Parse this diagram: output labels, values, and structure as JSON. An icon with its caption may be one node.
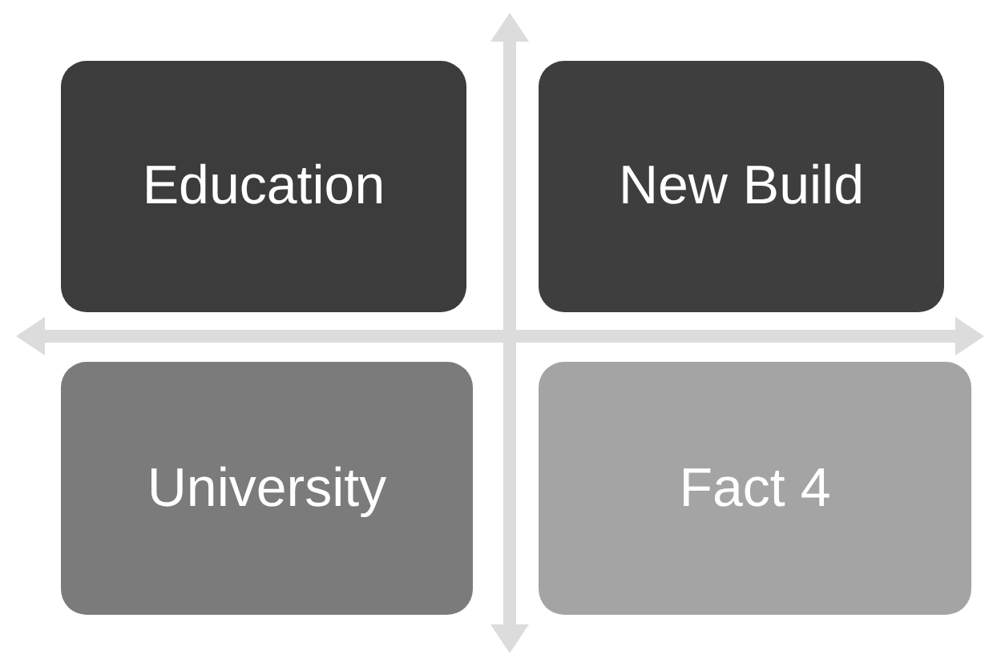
{
  "diagram": {
    "nodes": [
      {
        "text": [
          "Education"
        ]
      },
      {
        "text": [
          "New Build"
        ]
      },
      {
        "text": [
          "University"
        ]
      },
      {
        "text": [
          "Fact 4"
        ]
      }
    ]
  }
}
